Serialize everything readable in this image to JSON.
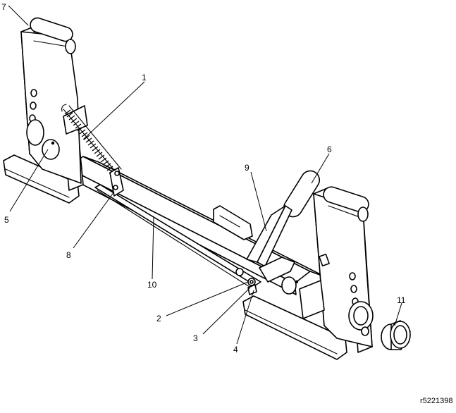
{
  "figure": {
    "reference_code": "r5221398",
    "callouts": [
      {
        "id": "callout-1",
        "label": "1"
      },
      {
        "id": "callout-2",
        "label": "2"
      },
      {
        "id": "callout-3",
        "label": "3"
      },
      {
        "id": "callout-4",
        "label": "4"
      },
      {
        "id": "callout-5",
        "label": "5"
      },
      {
        "id": "callout-6",
        "label": "6"
      },
      {
        "id": "callout-7",
        "label": "7"
      },
      {
        "id": "callout-8",
        "label": "8"
      },
      {
        "id": "callout-9",
        "label": "9"
      },
      {
        "id": "callout-10",
        "label": "10"
      },
      {
        "id": "callout-11",
        "label": "11"
      }
    ]
  }
}
